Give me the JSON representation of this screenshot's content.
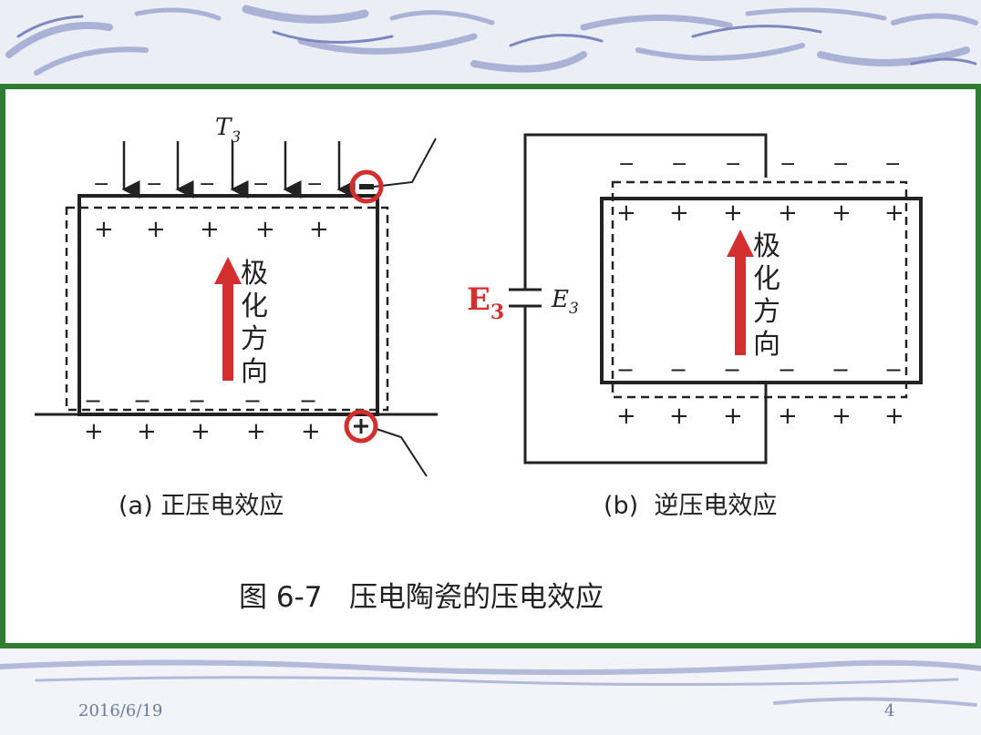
{
  "figure": {
    "caption": "图 6-7   压电陶瓷的压电效应",
    "panel_a": {
      "label": "(a) 正压电效应",
      "force_label": "T",
      "force_subscript": "3",
      "polarization_text": "极化方向"
    },
    "panel_b": {
      "label": "(b)  逆压电效应",
      "source_label": "E",
      "source_subscript": "3",
      "source_label_highlight": "E",
      "source_subscript_highlight": "3",
      "polarization_text": "极化方向"
    },
    "charge_symbols": {
      "positive": "+",
      "negative": "−"
    },
    "colors": {
      "frame": "#2e7d32",
      "arrow": "#d32f2f",
      "highlight_label": "#d32f2f",
      "circle_marker": "#d32f2f"
    }
  },
  "footer": {
    "date": "2016/6/19",
    "page_number": "4"
  }
}
